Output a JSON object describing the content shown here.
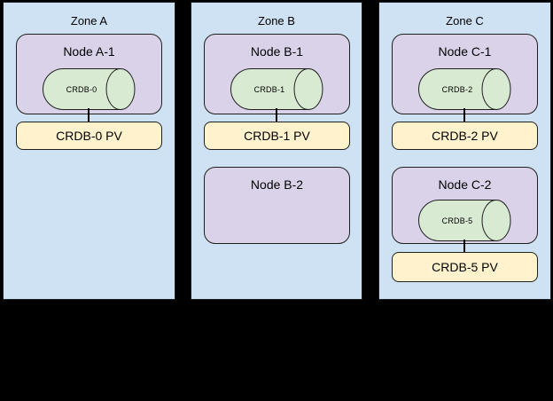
{
  "canvas": {
    "background": "#000000"
  },
  "colors": {
    "zone_fill": "#cfe2f3",
    "node_fill": "#d9d2e9",
    "cylinder_fill": "#d9ead3",
    "pv_fill": "#fff2cc",
    "border": "#1f1f1f",
    "connector": "#000000"
  },
  "zones": [
    {
      "label": "Zone A",
      "nodes": [
        {
          "label": "Node A-1",
          "cylinder": "CRDB-0",
          "pv": "CRDB-0 PV"
        }
      ]
    },
    {
      "label": "Zone B",
      "nodes": [
        {
          "label": "Node B-1",
          "cylinder": "CRDB-1",
          "pv": "CRDB-1 PV"
        },
        {
          "label": "Node B-2"
        }
      ]
    },
    {
      "label": "Zone C",
      "nodes": [
        {
          "label": "Node C-1",
          "cylinder": "CRDB-2",
          "pv": "CRDB-2 PV"
        },
        {
          "label": "Node C-2",
          "cylinder": "CRDB-5",
          "pv": "CRDB-5 PV"
        }
      ]
    }
  ]
}
